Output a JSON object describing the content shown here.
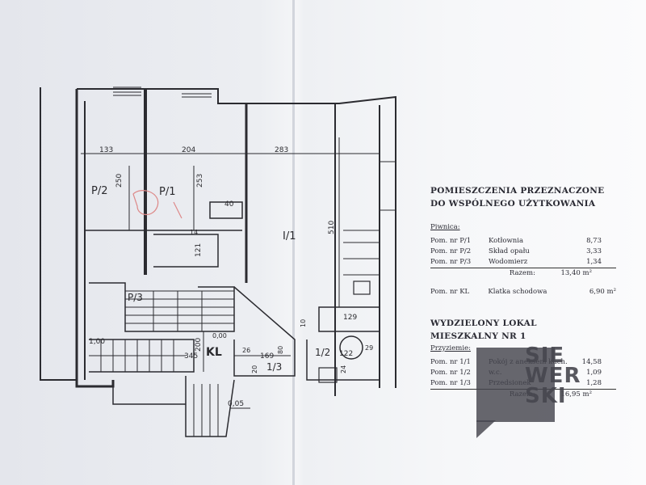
{
  "plan": {
    "dims": {
      "d133": "133",
      "d204": "204",
      "d283": "283",
      "d250": "250",
      "d253": "253",
      "d40": "40",
      "d121": "121",
      "d510": "510",
      "d129": "129",
      "d100": "1,00",
      "d000": "0,00",
      "d200": "200",
      "d345": "345",
      "d26": "26",
      "d169": "169",
      "d80": "80",
      "d10": "10",
      "d122": "122",
      "d29": "29",
      "d24": "24",
      "d20": "20",
      "d005": "0,05",
      "d14": "14"
    },
    "rooms": {
      "p2": "P/2",
      "p1": "P/1",
      "p3": "P/3",
      "i1": "I/1",
      "kl": "KL",
      "i2": "1/2",
      "i3": "1/3"
    }
  },
  "legend": {
    "title_line1": "POMIESZCZENIA PRZEZNACZONE",
    "title_line2": "DO WSPÓLNEGO UŻYTKOWANIA",
    "basement_label": "Piwnica:",
    "basement_rows": [
      {
        "no": "Pom. nr P/1",
        "name": "Kotłownia",
        "area": "8,73"
      },
      {
        "no": "Pom. nr P/2",
        "name": "Skład opału",
        "area": "3,33"
      },
      {
        "no": "Pom. nr P/3",
        "name": "Wodomierz",
        "area": "1,34"
      }
    ],
    "basement_total_label": "Razem:",
    "basement_total": "13,40 m²",
    "kl_row": {
      "no": "Pom. nr KL",
      "name": "Klatka schodowa",
      "area": "6,90 m²"
    },
    "unit_title_line1": "WYDZIELONY LOKAL",
    "unit_title_line2": "MIESZKALNY NR 1",
    "ground_label": "Przyziemie:",
    "unit_rows": [
      {
        "no": "Pom. nr 1/1",
        "name": "Pokój z aneksem kuch.",
        "area": "14,58"
      },
      {
        "no": "Pom. nr 1/2",
        "name": "w.c.",
        "area": "1,09"
      },
      {
        "no": "Pom. nr 1/3",
        "name": "Przedsionek",
        "area": "1,28"
      }
    ],
    "unit_total_label": "Razem:",
    "unit_total": "16,95 m²"
  },
  "watermark": {
    "line1": "SIE",
    "line2": "WER",
    "line3": "SKI"
  },
  "colors": {
    "ink": "#2a2a2e",
    "watermark": "#46464e",
    "paper": "#eef0f3"
  }
}
